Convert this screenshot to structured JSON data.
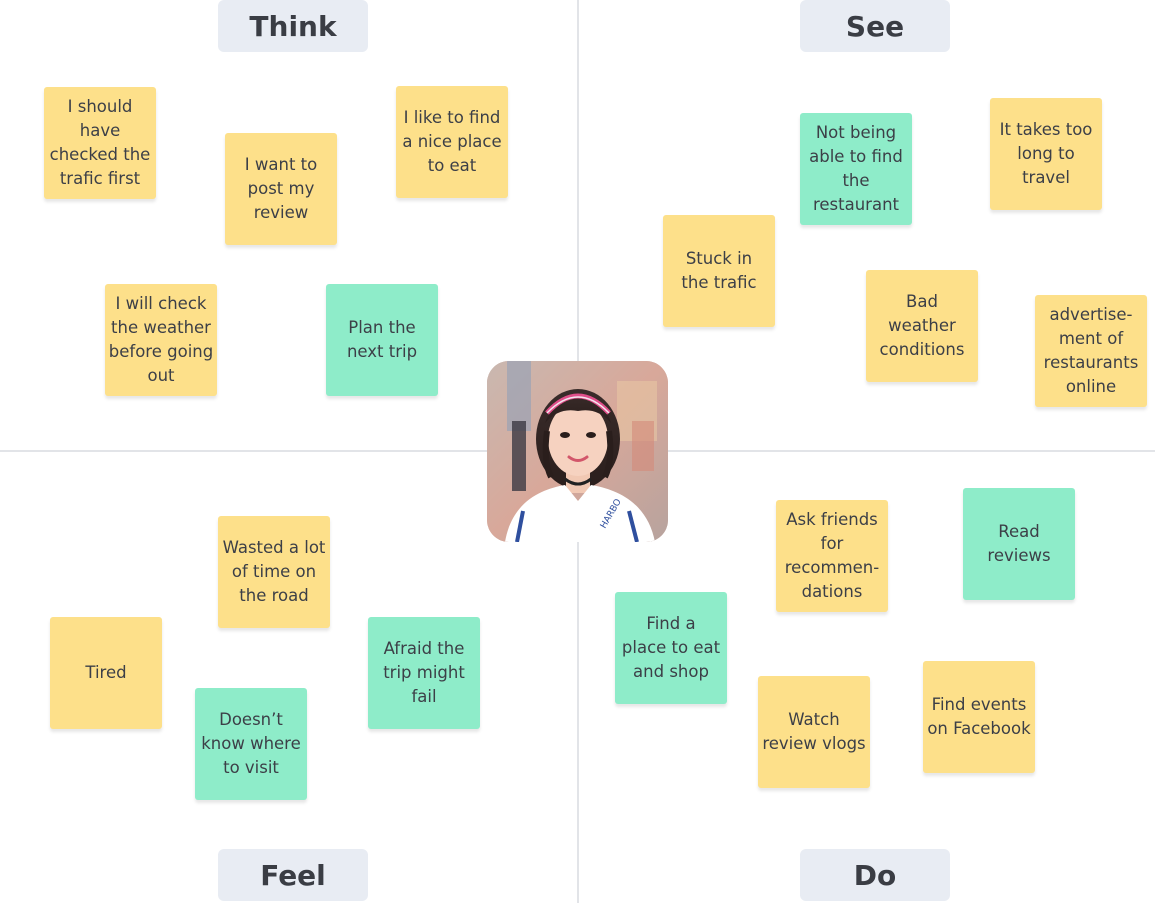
{
  "quadrants": {
    "think": {
      "label": "Think",
      "notes": [
        {
          "text": "I should have\nchecked the\ntrafic first",
          "color": "yellow"
        },
        {
          "text": "I want to\npost my\nreview",
          "color": "yellow"
        },
        {
          "text": "I like to find\na nice place\nto eat",
          "color": "yellow"
        },
        {
          "text": "I will check\nthe weather\nbefore going\nout",
          "color": "yellow"
        },
        {
          "text": "Plan the\nnext trip",
          "color": "green"
        }
      ]
    },
    "see": {
      "label": "See",
      "notes": [
        {
          "text": "Not being\nable to find\nthe\nrestaurant",
          "color": "green"
        },
        {
          "text": "It takes too\nlong to\ntravel",
          "color": "yellow"
        },
        {
          "text": "Stuck in\nthe trafic",
          "color": "yellow"
        },
        {
          "text": "Bad\nweather\nconditions",
          "color": "yellow"
        },
        {
          "text": "advertise-\nment of\nrestaurants\nonline",
          "color": "yellow"
        }
      ]
    },
    "feel": {
      "label": "Feel",
      "notes": [
        {
          "text": "Wasted a lot\nof time on\nthe road",
          "color": "yellow"
        },
        {
          "text": "Tired",
          "color": "yellow"
        },
        {
          "text": "Afraid the\ntrip might\nfail",
          "color": "green"
        },
        {
          "text": "Doesn’t\nknow where\nto visit",
          "color": "green"
        }
      ]
    },
    "do": {
      "label": "Do",
      "notes": [
        {
          "text": "Ask friends\nfor\nrecommen-\ndations",
          "color": "yellow"
        },
        {
          "text": "Read\nreviews",
          "color": "green"
        },
        {
          "text": "Find a\nplace to eat\nand shop",
          "color": "green"
        },
        {
          "text": "Watch\nreview vlogs",
          "color": "yellow"
        },
        {
          "text": "Find events\non Facebook",
          "color": "yellow"
        }
      ]
    }
  },
  "persona": {
    "shirt_text": "HARBO"
  },
  "colors": {
    "yellow_note": "#fde08a",
    "green_note": "#8eecc9",
    "label_bg": "#e8ecf3",
    "divider": "#e2e4e8"
  }
}
